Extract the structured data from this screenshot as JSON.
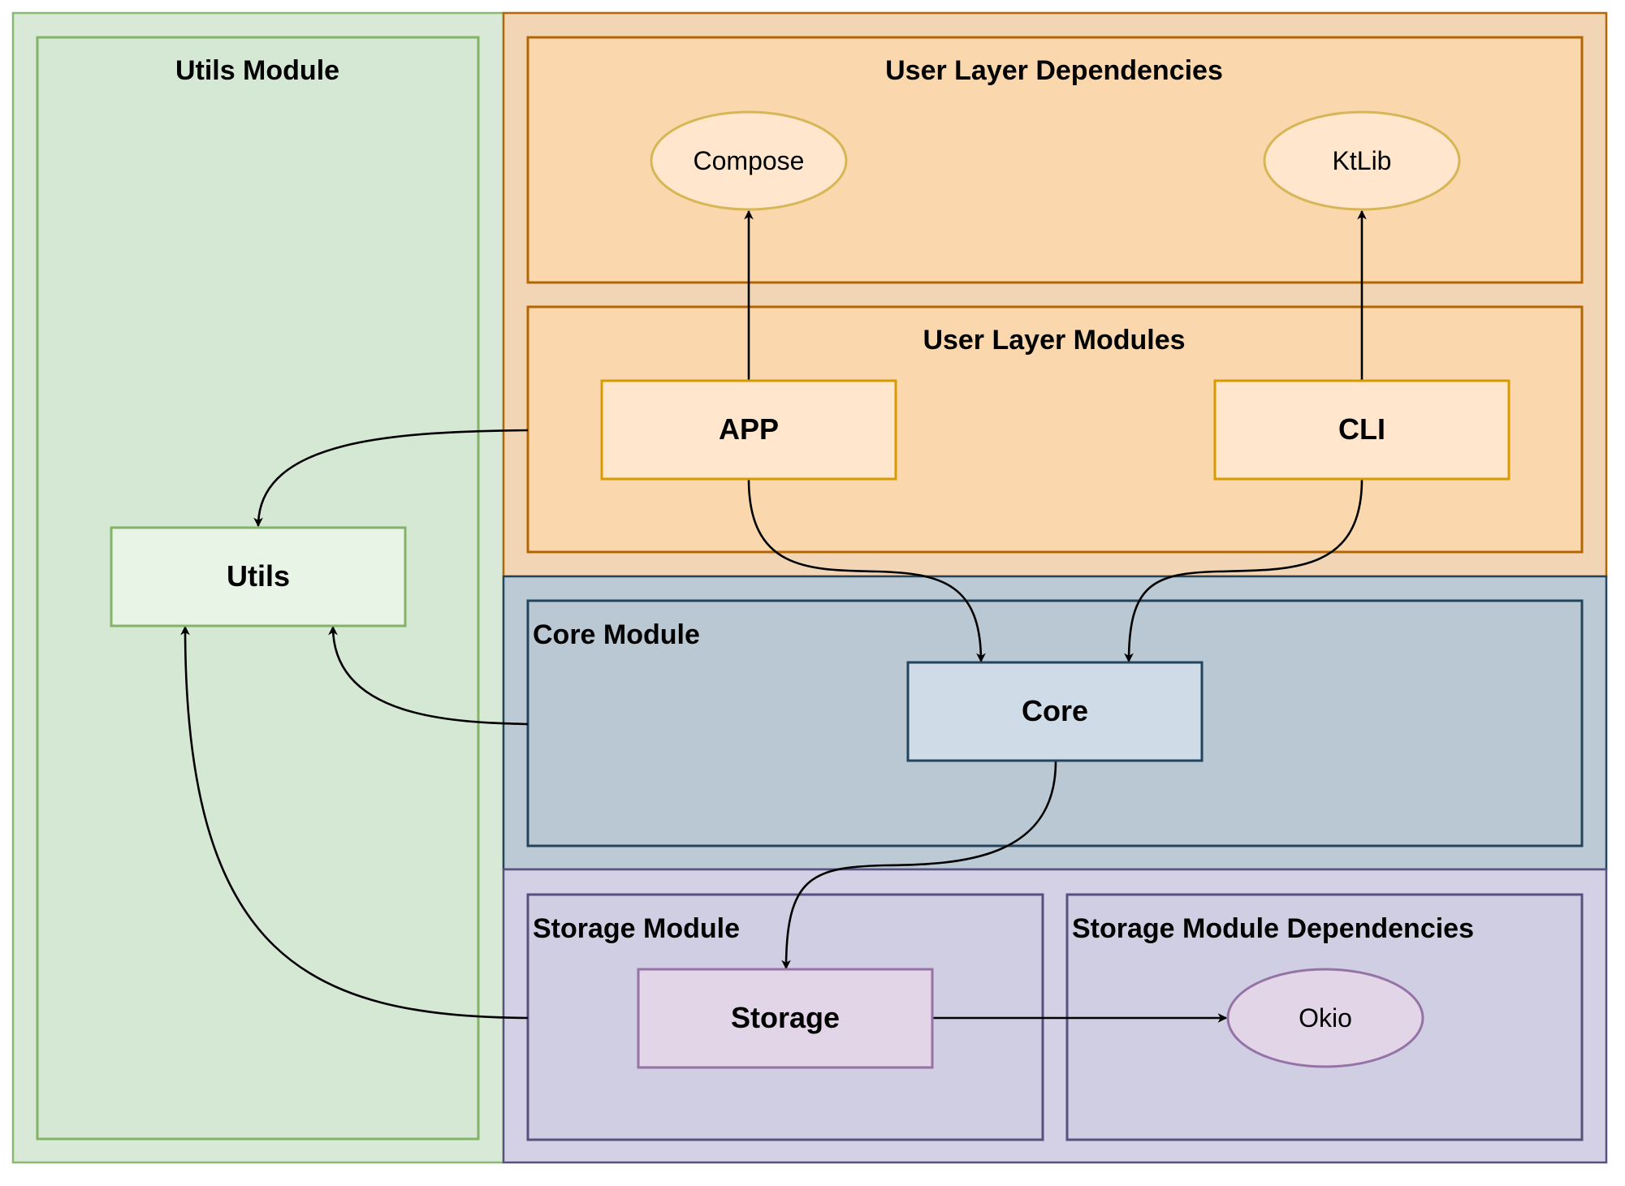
{
  "diagram": {
    "regions": {
      "utils_module": {
        "title": "Utils Module",
        "fill": "#d5e8d4",
        "stroke": "#82b366"
      },
      "user_layer_dependencies": {
        "title": "User Layer Dependencies",
        "fill": "#fad7ac",
        "stroke": "#b46504"
      },
      "user_layer_modules": {
        "title": "User Layer Modules",
        "fill": "#fad7ac",
        "stroke": "#b46504"
      },
      "core_module": {
        "title": "Core Module",
        "fill": "#bac8d3",
        "stroke": "#23445d"
      },
      "storage_module": {
        "title": "Storage Module",
        "fill": "#d0cee2",
        "stroke": "#56517e"
      },
      "storage_module_dependencies": {
        "title": "Storage Module Dependencies",
        "fill": "#d0cee2",
        "stroke": "#56517e"
      }
    },
    "nodes": {
      "compose": {
        "label": "Compose",
        "shape": "ellipse",
        "fill": "#ffe6cc",
        "stroke": "#d6b656"
      },
      "ktlib": {
        "label": "KtLib",
        "shape": "ellipse",
        "fill": "#ffe6cc",
        "stroke": "#d6b656"
      },
      "app": {
        "label": "APP",
        "shape": "rect",
        "fill": "#ffe6cc",
        "stroke": "#d79b00"
      },
      "cli": {
        "label": "CLI",
        "shape": "rect",
        "fill": "#ffe6cc",
        "stroke": "#d79b00"
      },
      "utils": {
        "label": "Utils",
        "shape": "rect",
        "fill": "#e8f4e6",
        "stroke": "#82b366"
      },
      "core": {
        "label": "Core",
        "shape": "rect",
        "fill": "#cfdce7",
        "stroke": "#23445d"
      },
      "storage": {
        "label": "Storage",
        "shape": "rect",
        "fill": "#e1d5e7",
        "stroke": "#9673a6"
      },
      "okio": {
        "label": "Okio",
        "shape": "ellipse",
        "fill": "#e1d5e7",
        "stroke": "#9673a6"
      }
    },
    "edges": [
      {
        "from": "app",
        "to": "compose"
      },
      {
        "from": "cli",
        "to": "ktlib"
      },
      {
        "from": "user_layer_modules",
        "to": "utils"
      },
      {
        "from": "app",
        "to": "core"
      },
      {
        "from": "cli",
        "to": "core"
      },
      {
        "from": "core_module",
        "to": "utils"
      },
      {
        "from": "core",
        "to": "storage"
      },
      {
        "from": "storage_module",
        "to": "utils"
      },
      {
        "from": "storage",
        "to": "okio"
      }
    ]
  }
}
